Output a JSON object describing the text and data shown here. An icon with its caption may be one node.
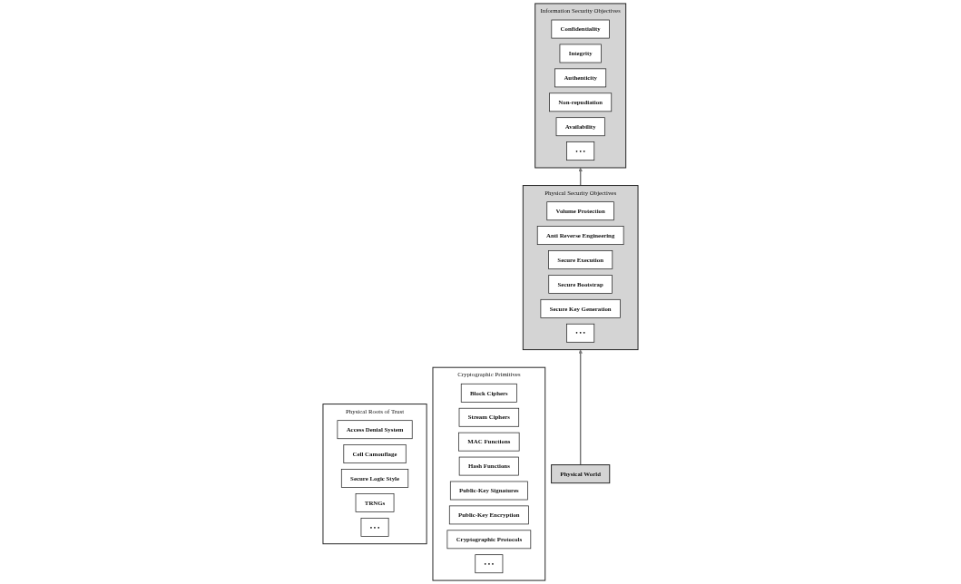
{
  "diagram": {
    "nodes": [
      {
        "text": [
          "Information Security Objectives"
        ]
      },
      {
        "text": [
          "Confidentiality"
        ],
        "in": 0
      },
      {
        "text": [
          "Integrity"
        ],
        "in": 0
      },
      {
        "text": [
          "Authenticity"
        ],
        "in": 0
      },
      {
        "text": [
          "Non-repudiation"
        ],
        "in": 0
      },
      {
        "text": [
          "Availability"
        ],
        "in": 0
      },
      {
        "text": [
          "• • •"
        ],
        "in": 0
      },
      {
        "text": [
          "Cryptographic Primitives"
        ]
      },
      {
        "text": [
          "Block Ciphers"
        ],
        "in": 7
      },
      {
        "text": [
          "Stream Ciphers"
        ],
        "in": 7
      },
      {
        "text": [
          "MAC Functions"
        ],
        "in": 7
      },
      {
        "text": [
          "Hash Functions"
        ],
        "in": 7
      },
      {
        "text": [
          "Public-Key Signatures"
        ],
        "in": 7
      },
      {
        "text": [
          "Public-Key Encryption"
        ],
        "in": 7
      },
      {
        "text": [
          "Cryptographic Protocols"
        ],
        "in": 7
      },
      {
        "text": [
          "• • •"
        ],
        "in": 7
      },
      {
        "text": [
          "Physical Security Objectives"
        ]
      },
      {
        "text": [
          "Volume Protection"
        ],
        "in": 16
      },
      {
        "text": [
          "Anti Reverse Engineering"
        ],
        "in": 16
      },
      {
        "text": [
          "Secure Execution"
        ],
        "in": 16
      },
      {
        "text": [
          "Secure Bootstrap"
        ],
        "in": 16
      },
      {
        "text": [
          "Secure Key Generation"
        ],
        "in": 16
      },
      {
        "text": [
          "• • •"
        ],
        "in": 16
      },
      {
        "text": [
          "Physical Roots of Trust"
        ]
      },
      {
        "text": [
          "Access Denial System"
        ],
        "in": 23
      },
      {
        "text": [
          "Cell Camouflage"
        ],
        "in": 23
      },
      {
        "text": [
          "Secure Logic Style"
        ],
        "in": 23
      },
      {
        "text": [
          "TRNGs"
        ],
        "in": 23
      },
      {
        "text": [
          "• • •"
        ],
        "in": 23
      },
      {
        "text": [
          "Physical World"
        ]
      }
    ],
    "edges": [
      {
        "from": 29,
        "to": 16,
        "arrow": "to"
      },
      {
        "from": 16,
        "to": 0,
        "arrow": "to"
      }
    ]
  }
}
